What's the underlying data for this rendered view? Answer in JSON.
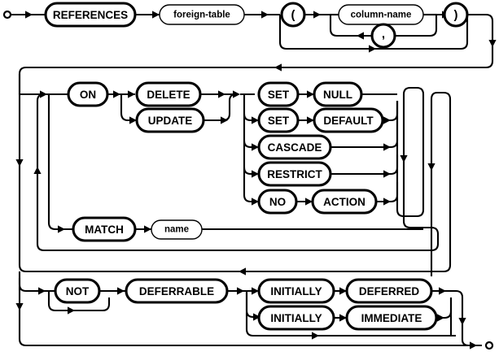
{
  "diagram": {
    "kind": "railroad-syntax-diagram",
    "name": "foreign-key-clause",
    "start_marker": "circle-terminator",
    "end_marker": "circle-terminator",
    "colors": {
      "stroke": "#000000",
      "background": "#ffffff"
    },
    "nodes": {
      "references": {
        "label": "REFERENCES",
        "type": "terminal"
      },
      "foreign_table": {
        "label": "foreign-table",
        "type": "nonterminal"
      },
      "lparen": {
        "label": "(",
        "type": "terminal"
      },
      "column_name": {
        "label": "column-name",
        "type": "nonterminal"
      },
      "comma": {
        "label": ",",
        "type": "terminal"
      },
      "rparen": {
        "label": ")",
        "type": "terminal"
      },
      "on": {
        "label": "ON",
        "type": "terminal"
      },
      "delete": {
        "label": "DELETE",
        "type": "terminal"
      },
      "update": {
        "label": "UPDATE",
        "type": "terminal"
      },
      "set1": {
        "label": "SET",
        "type": "terminal"
      },
      "null": {
        "label": "NULL",
        "type": "terminal"
      },
      "set2": {
        "label": "SET",
        "type": "terminal"
      },
      "default": {
        "label": "DEFAULT",
        "type": "terminal"
      },
      "cascade": {
        "label": "CASCADE",
        "type": "terminal"
      },
      "restrict": {
        "label": "RESTRICT",
        "type": "terminal"
      },
      "no": {
        "label": "NO",
        "type": "terminal"
      },
      "action": {
        "label": "ACTION",
        "type": "terminal"
      },
      "match": {
        "label": "MATCH",
        "type": "terminal"
      },
      "name": {
        "label": "name",
        "type": "nonterminal"
      },
      "not": {
        "label": "NOT",
        "type": "terminal"
      },
      "deferrable": {
        "label": "DEFERRABLE",
        "type": "terminal"
      },
      "initially1": {
        "label": "INITIALLY",
        "type": "terminal"
      },
      "deferred": {
        "label": "DEFERRED",
        "type": "terminal"
      },
      "initially2": {
        "label": "INITIALLY",
        "type": "terminal"
      },
      "immediate": {
        "label": "IMMEDIATE",
        "type": "terminal"
      }
    }
  }
}
